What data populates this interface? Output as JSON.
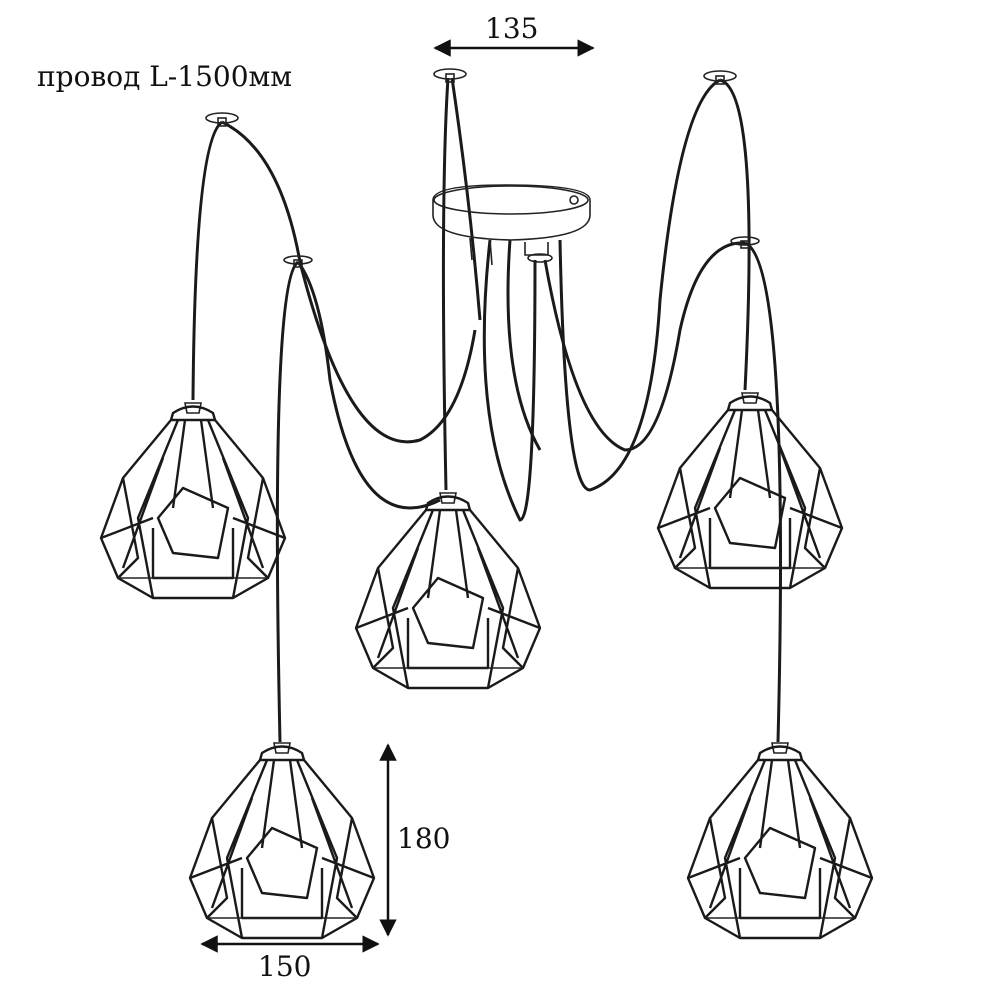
{
  "diagram": {
    "wire_label": "провод L-1500мм",
    "dimensions": {
      "canopy_width": "135",
      "shade_height": "180",
      "shade_width": "150"
    },
    "colors": {
      "line": "#1a1a1a",
      "background": "#ffffff"
    }
  }
}
